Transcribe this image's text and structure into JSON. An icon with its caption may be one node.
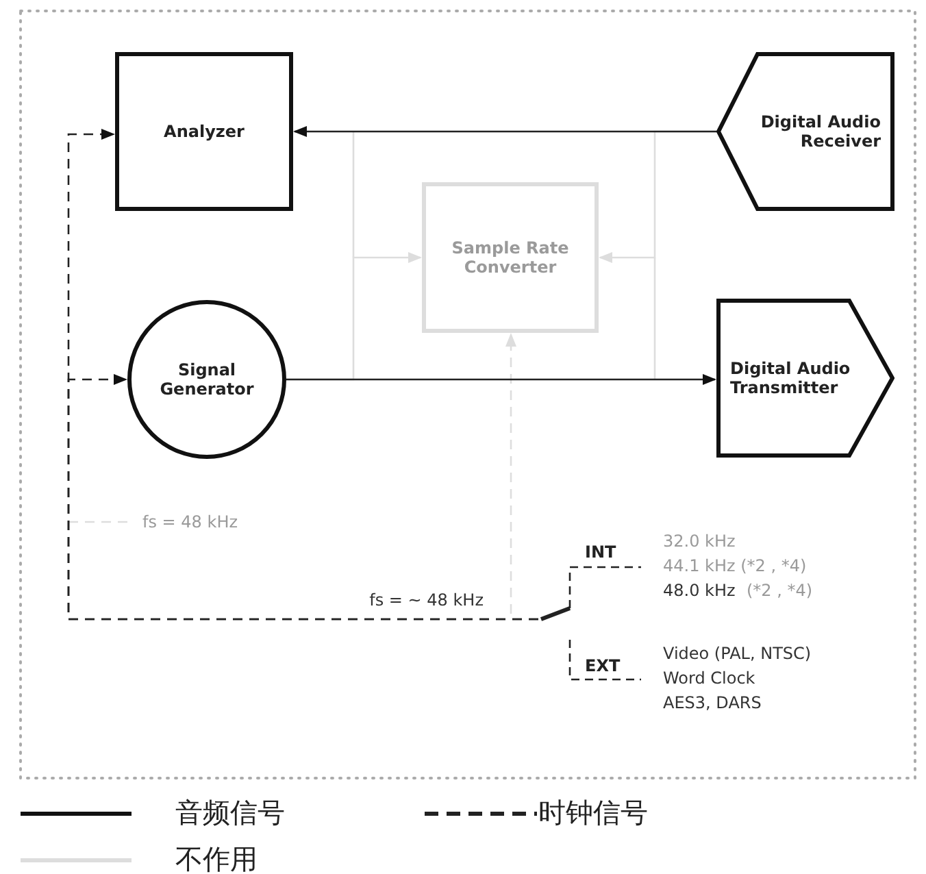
{
  "diagram": {
    "nodes": [
      {
        "text": [
          "Analyzer"
        ]
      },
      {
        "text": [
          "Digital Audio Receiver"
        ]
      },
      {
        "text": [
          "Sample Rate Converter"
        ]
      },
      {
        "text": [
          "Signal Generator"
        ]
      },
      {
        "text": [
          "Digital Audio Transmitter"
        ]
      },
      {
        "text": [],
        "shape": "switch"
      }
    ],
    "edges": [
      {
        "from": 1,
        "to": 0,
        "arrow": "to"
      },
      {
        "from": 3,
        "to": 4,
        "arrow": "to"
      },
      {
        "from": 3,
        "to": 2,
        "arrow": "to",
        "color": "#dddddd"
      },
      {
        "from": 1,
        "to": 2,
        "arrow": "to",
        "color": "#dddddd"
      },
      {
        "from": 5,
        "to": 0,
        "arrow": "to",
        "style": "dashed"
      },
      {
        "from": 5,
        "to": 3,
        "arrow": "to",
        "style": "dashed"
      },
      {
        "from": 5,
        "to": 2,
        "arrow": "to",
        "style": "dashed",
        "color": "#dddddd"
      }
    ],
    "labels": [
      "fs = 48 kHz",
      "INT",
      "32.0 kHz",
      "44.1 kHz (*2 , *4)",
      "48.0 kHz",
      "(*2 , *4)",
      "fs = ~ 48 kHz",
      "EXT",
      "Video (PAL, NTSC)",
      "Word Clock",
      "AES3, DARS"
    ],
    "legend": [
      {
        "text": "音频信号"
      },
      {
        "text": "时钟信号"
      },
      {
        "text": "不作用"
      }
    ]
  }
}
